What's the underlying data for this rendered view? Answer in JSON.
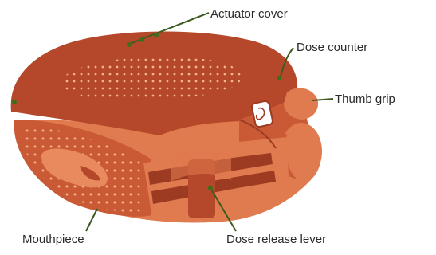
{
  "colors": {
    "body_dark": "#b5482a",
    "body_light": "#e07a4f",
    "body_mid": "#c95a35",
    "stripe": "#9c3a22",
    "dots": "#f2b48e",
    "leader": "#3d5a1f",
    "marker": "#3f6e1a",
    "text": "#2a2a2a"
  },
  "labels": {
    "actuator_cover": "Actuator cover",
    "dose_counter": "Dose counter",
    "thumb_grip": "Thumb grip",
    "mouthpiece": "Mouthpiece",
    "dose_release_lever": "Dose release lever"
  }
}
